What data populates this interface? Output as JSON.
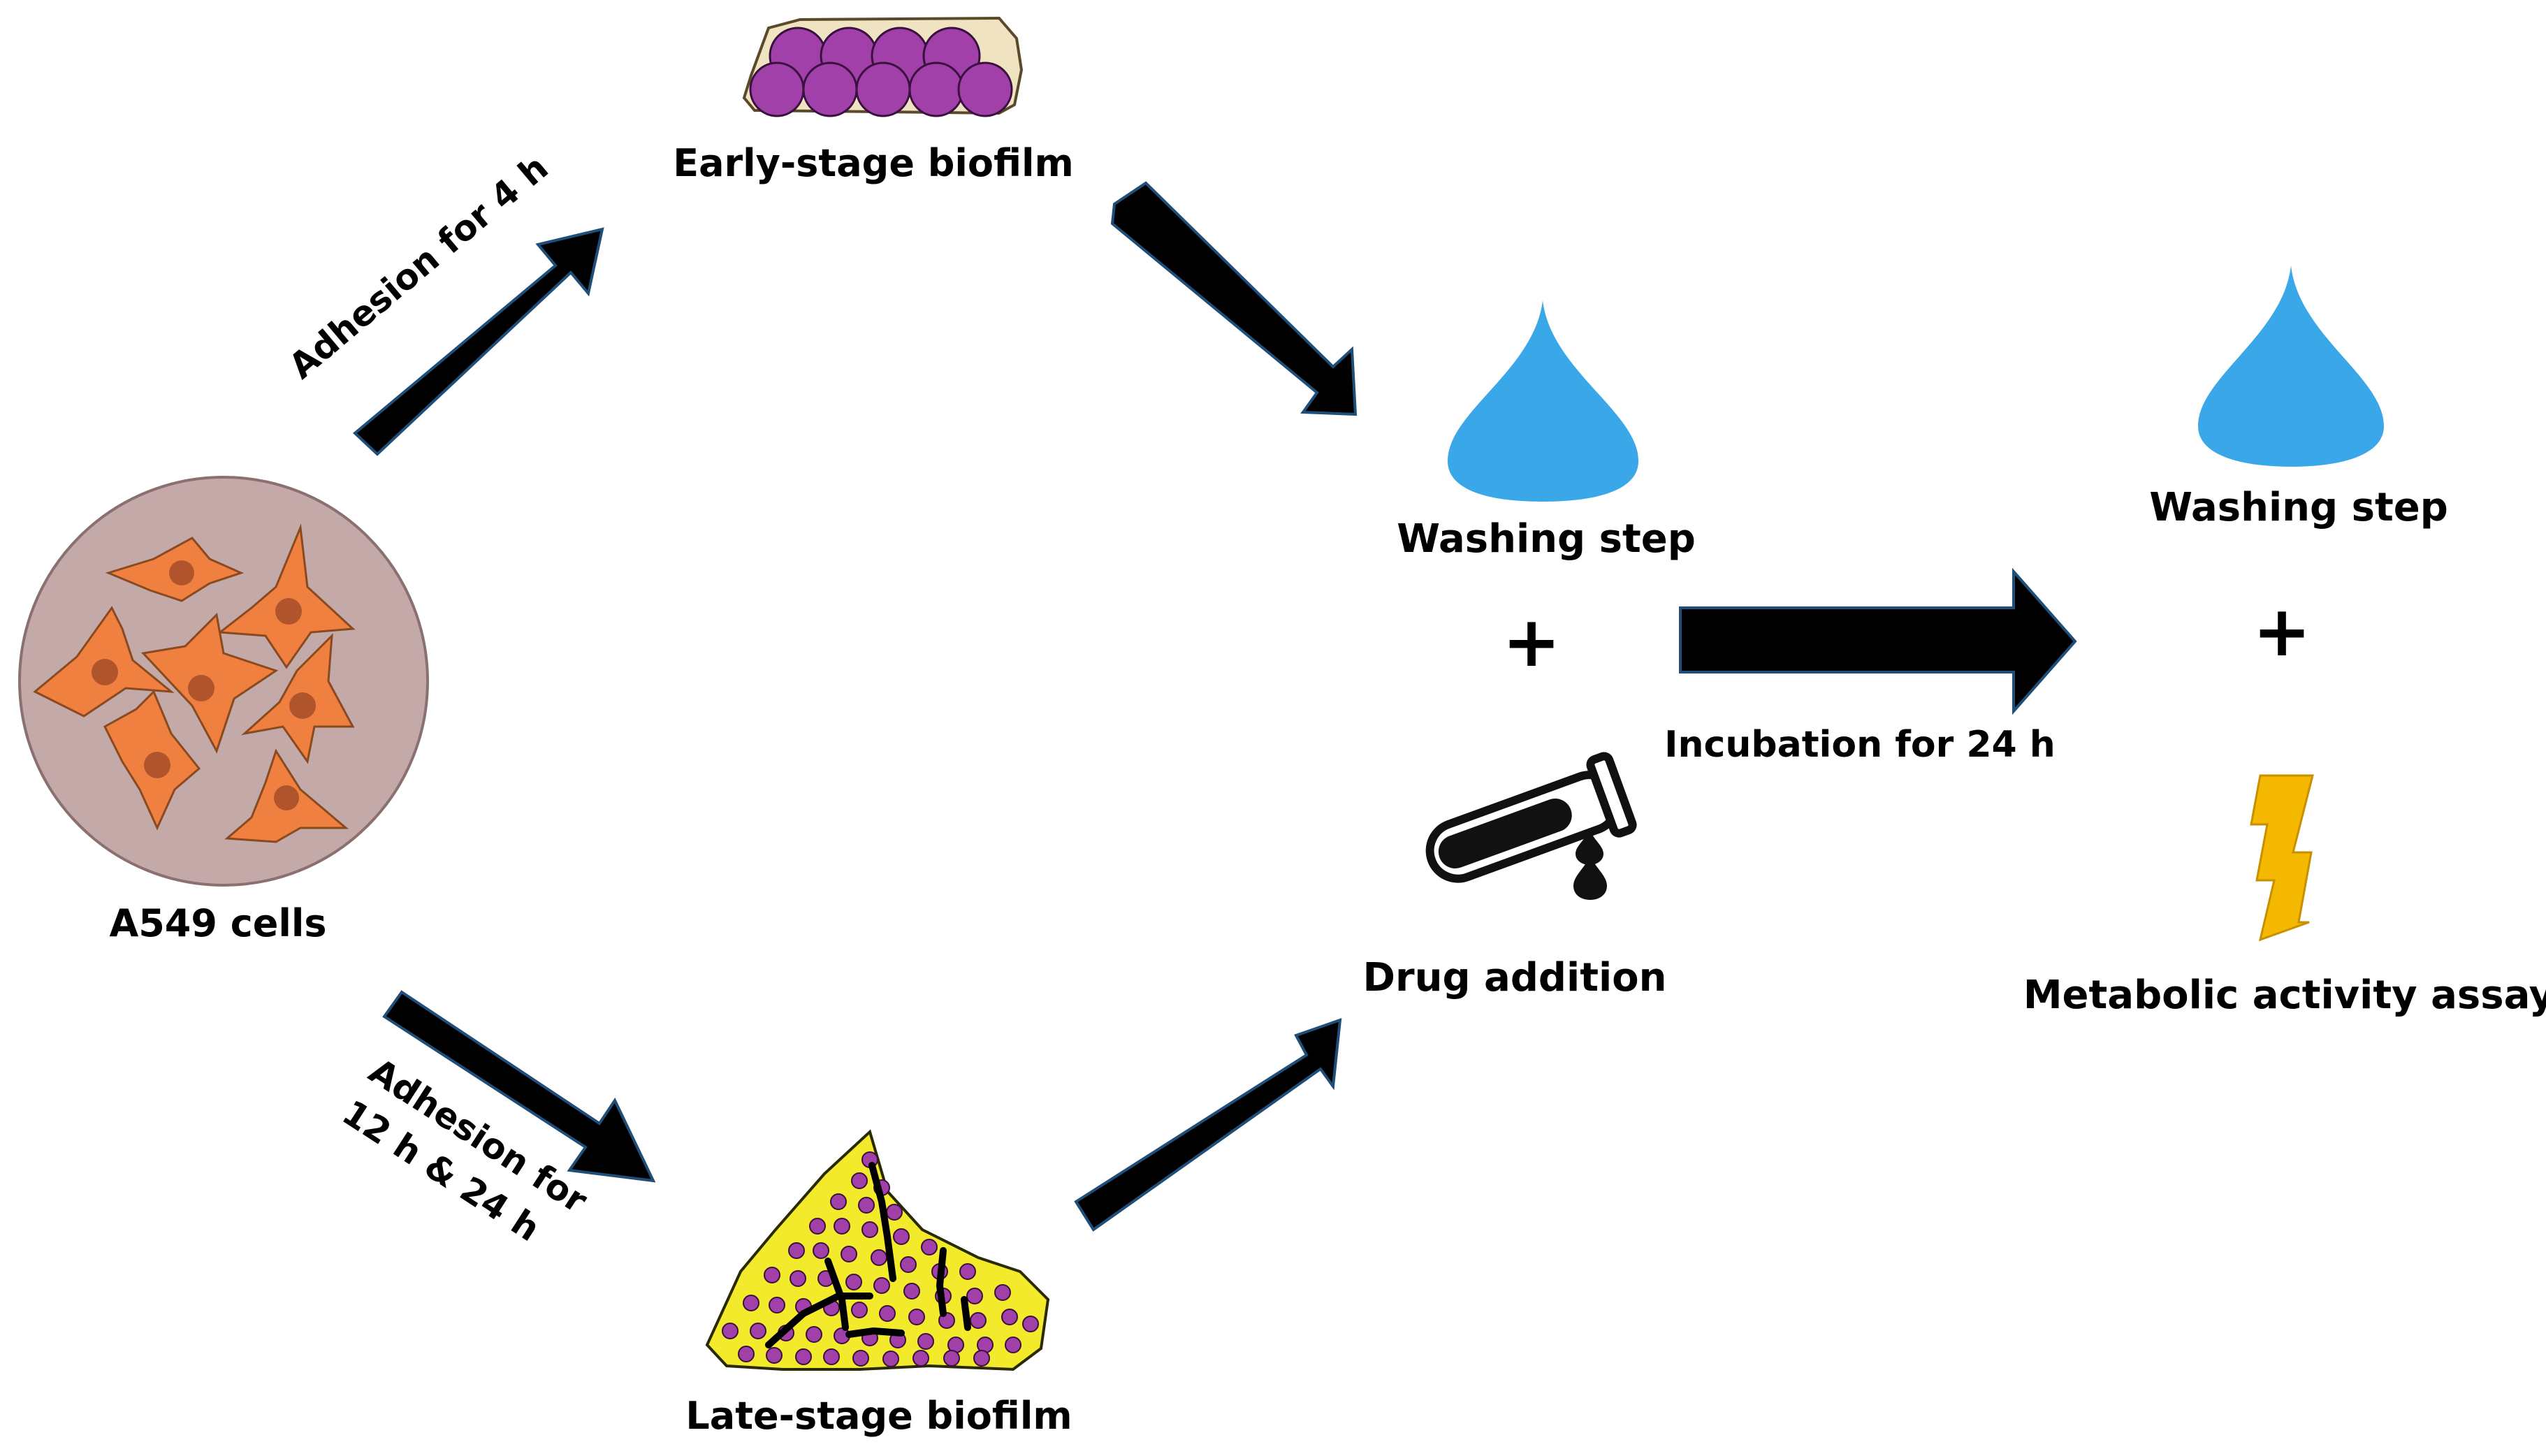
{
  "labels": {
    "a549": "A549 cells",
    "early_biofilm": "Early-stage biofilm",
    "late_biofilm": "Late-stage biofilm",
    "washing_1": "Washing step",
    "washing_2": "Washing step",
    "drug_addition": "Drug addition",
    "metabolic_assay": "Metabolic activity assay",
    "plus_1": "+",
    "plus_2": "+"
  },
  "arrow_labels": {
    "adhesion_early": "Adhesion for 4 h",
    "adhesion_late_line1": "Adhesion for",
    "adhesion_late_line2": "12 h & 24 h",
    "incubation": "Incubation for 24 h"
  },
  "colors": {
    "cell_dish": "#c4a9a9",
    "cell_body": "#f08040",
    "cell_nucleus": "#b0542b",
    "biofilm_cell": "#a040a8",
    "biofilm_matrix_early": "#efe3c2",
    "biofilm_matrix_late": "#f2ea2a",
    "water_drop": "#3aa8e8",
    "lightning": "#f5b800",
    "arrow_fill": "#000000"
  },
  "icons": [
    "cell-dish-icon",
    "early-biofilm-icon",
    "late-biofilm-icon",
    "water-drop-icon",
    "test-tube-icon",
    "lightning-icon"
  ]
}
